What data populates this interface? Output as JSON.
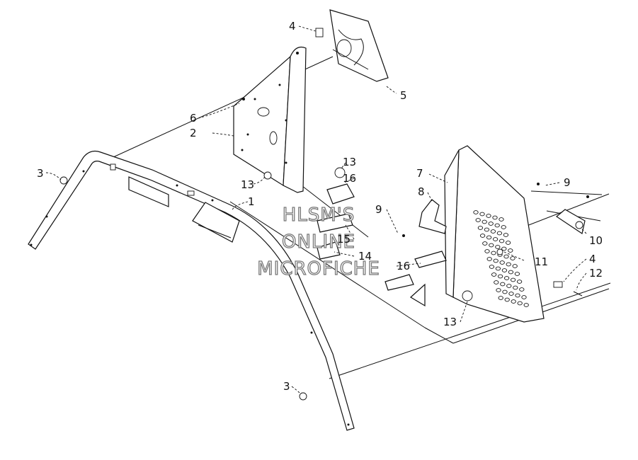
{
  "diagram": {
    "callouts": [
      {
        "key": "c1",
        "label": "1"
      },
      {
        "key": "c2",
        "label": "2"
      },
      {
        "key": "c3a",
        "label": "3"
      },
      {
        "key": "c3b",
        "label": "3"
      },
      {
        "key": "c4a",
        "label": "4"
      },
      {
        "key": "c4b",
        "label": "4"
      },
      {
        "key": "c5",
        "label": "5"
      },
      {
        "key": "c6",
        "label": "6"
      },
      {
        "key": "c7",
        "label": "7"
      },
      {
        "key": "c8",
        "label": "8"
      },
      {
        "key": "c9a",
        "label": "9"
      },
      {
        "key": "c9b",
        "label": "9"
      },
      {
        "key": "c10",
        "label": "10"
      },
      {
        "key": "c11",
        "label": "11"
      },
      {
        "key": "c12",
        "label": "12"
      },
      {
        "key": "c13a",
        "label": "13"
      },
      {
        "key": "c13b",
        "label": "13"
      },
      {
        "key": "c13c",
        "label": "13"
      },
      {
        "key": "c14",
        "label": "14"
      },
      {
        "key": "c15",
        "label": "15"
      },
      {
        "key": "c16a",
        "label": "16"
      },
      {
        "key": "c16b",
        "label": "16"
      }
    ],
    "watermark": [
      "HLSM'S",
      "ONLINE",
      "MICROFICHE"
    ]
  }
}
